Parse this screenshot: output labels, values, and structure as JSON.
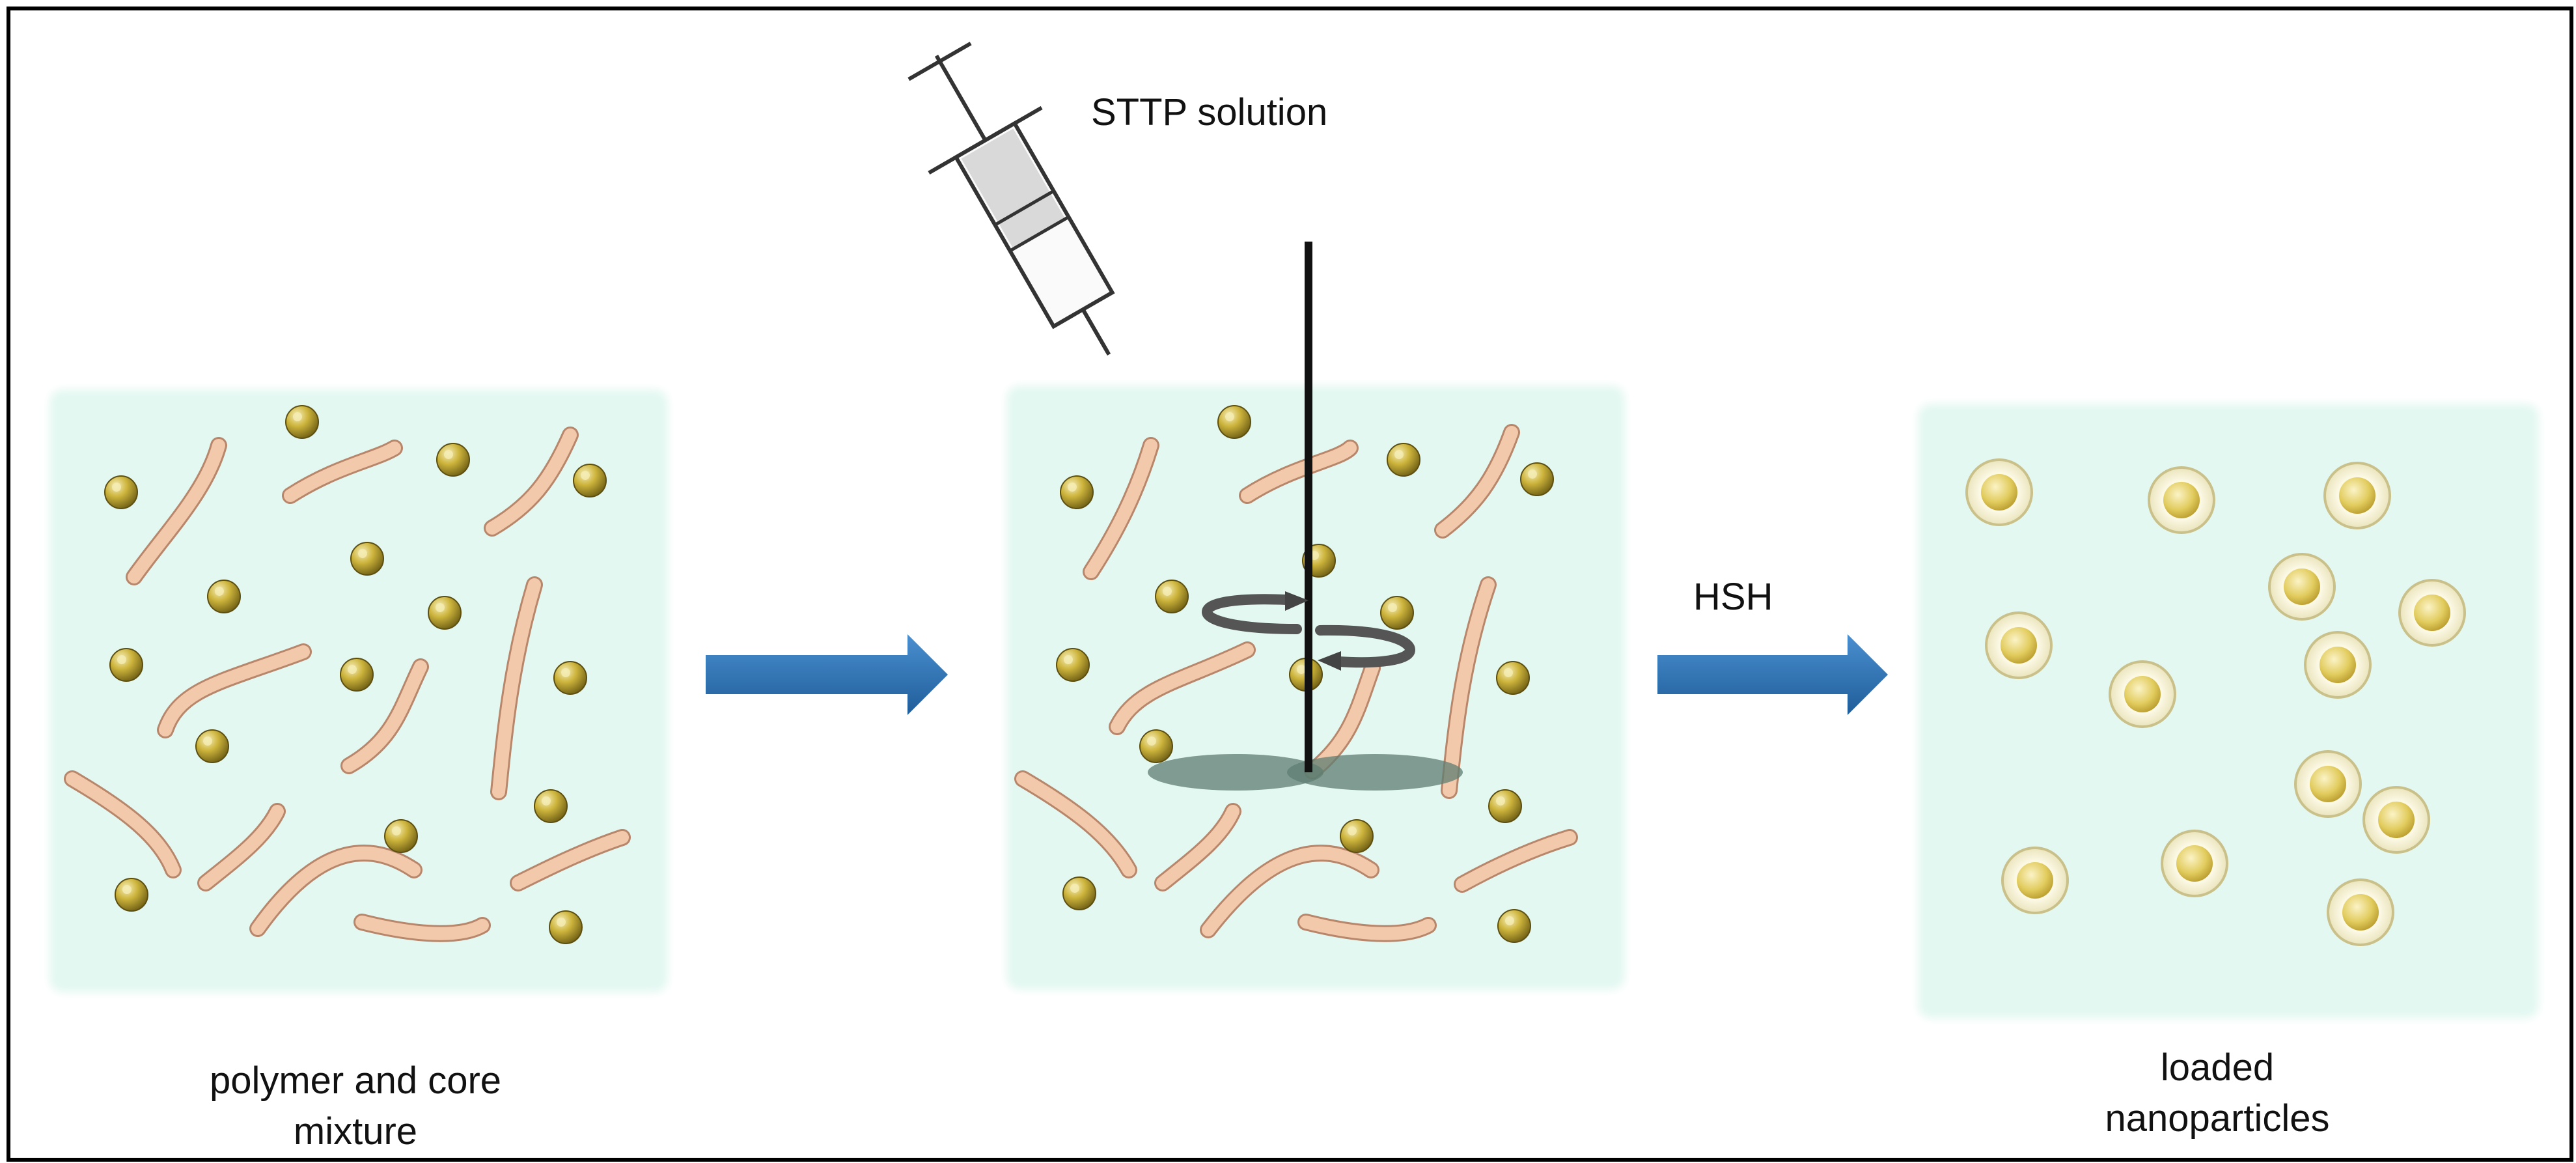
{
  "labels": {
    "stpp": "STTP solution",
    "hsh": "HSH",
    "mixture": "polymer and core\nmixture",
    "loaded": "loaded\nnanoparticles"
  },
  "colors": {
    "solution": "#e4f8f2",
    "ribbon_fill": "#f2c9ab",
    "ribbon_edge": "#b8866a",
    "core": "#c9b13a",
    "core_highlight": "#f4ecb4",
    "shell": "#f3efd0",
    "arrow": "#2e74b5",
    "stirrer": "#111111",
    "blade": "#5f7d72"
  },
  "icons": [
    "syringe-icon",
    "stirrer-icon",
    "rotation-arrow-icon"
  ]
}
